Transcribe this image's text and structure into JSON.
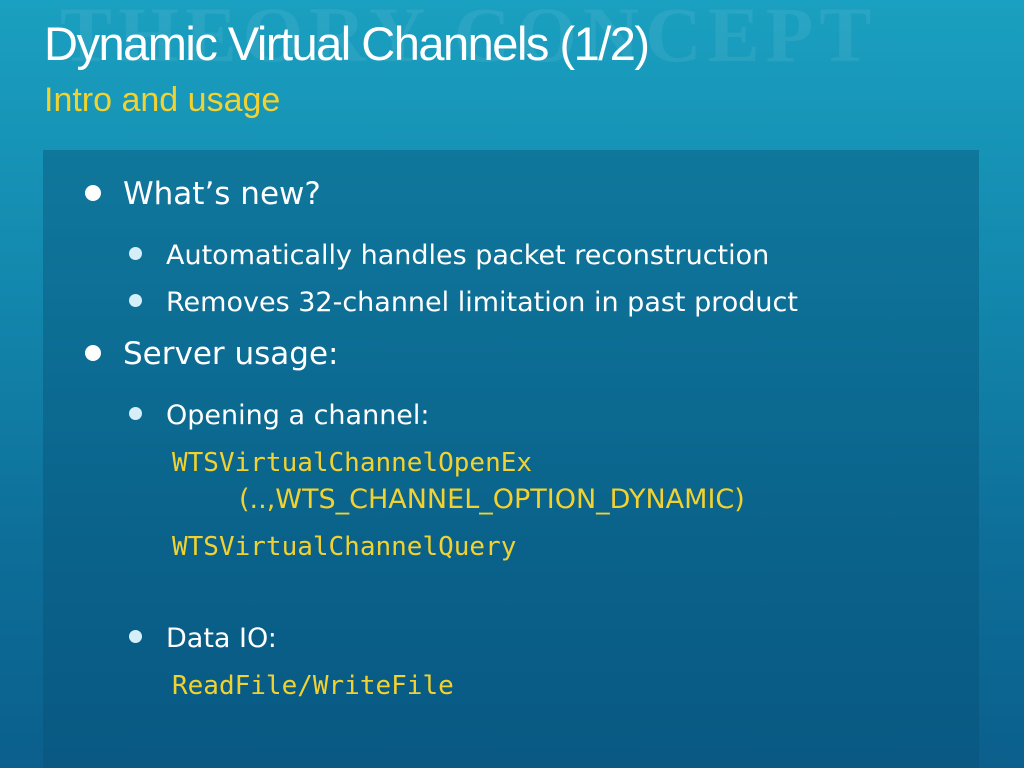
{
  "slide": {
    "watermark": "THEORY CONCEPT",
    "title": "Dynamic Virtual Channels (1/2)",
    "subtitle": "Intro and usage"
  },
  "content": {
    "sections": [
      {
        "heading": "What’s new?",
        "items": [
          {
            "text": "Automatically handles packet reconstruction"
          },
          {
            "text": "Removes 32-channel limitation in past product"
          }
        ]
      },
      {
        "heading": "Server usage:",
        "items": [
          {
            "text": "Opening a channel:",
            "code": [
              "WTSVirtualChannelOpenEx",
              "(..,WTS_CHANNEL_OPTION_DYNAMIC)",
              "WTSVirtualChannelQuery"
            ]
          },
          {
            "text": "Data IO:",
            "code": [
              "ReadFile/WriteFile"
            ]
          }
        ]
      }
    ]
  },
  "colors": {
    "title": "#ffffff",
    "subtitle": "#f2d230",
    "code": "#f2d230",
    "background_top": "#1aa0c0",
    "background_bottom": "#0b5f8c"
  }
}
